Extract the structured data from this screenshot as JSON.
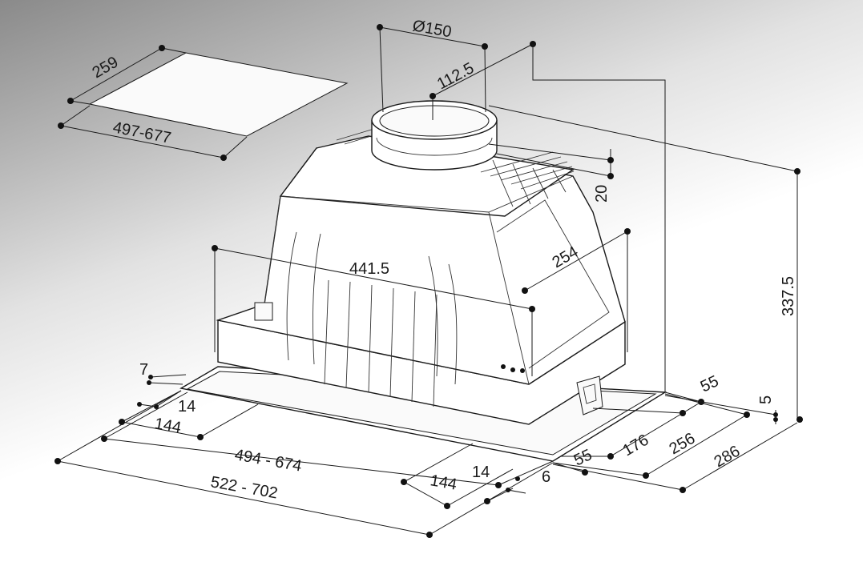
{
  "title": "",
  "labels": {
    "cutout_depth": "259",
    "cutout_width": "497-677",
    "duct_diameter": "Ø150",
    "duct_offset": "112.5",
    "height": "337.5",
    "collar_height": "20",
    "body_depth": "254",
    "body_width": "441.5",
    "frame_edge_left": "7",
    "frame_edge_front": "14",
    "bracket_left": "144",
    "inner_width": "494 - 674",
    "outer_width": "522 - 702",
    "bracket_right": "144",
    "frame_edge_right": "14",
    "edge_6": "6",
    "side_55_front": "55",
    "side_55_rear": "55",
    "side_5": "5",
    "depth_176": "176",
    "depth_256": "256",
    "depth_286": "286"
  },
  "colors": {
    "line": "#1a1a1a",
    "background_dark": "#8a8a8a",
    "background_light": "#ffffff"
  }
}
